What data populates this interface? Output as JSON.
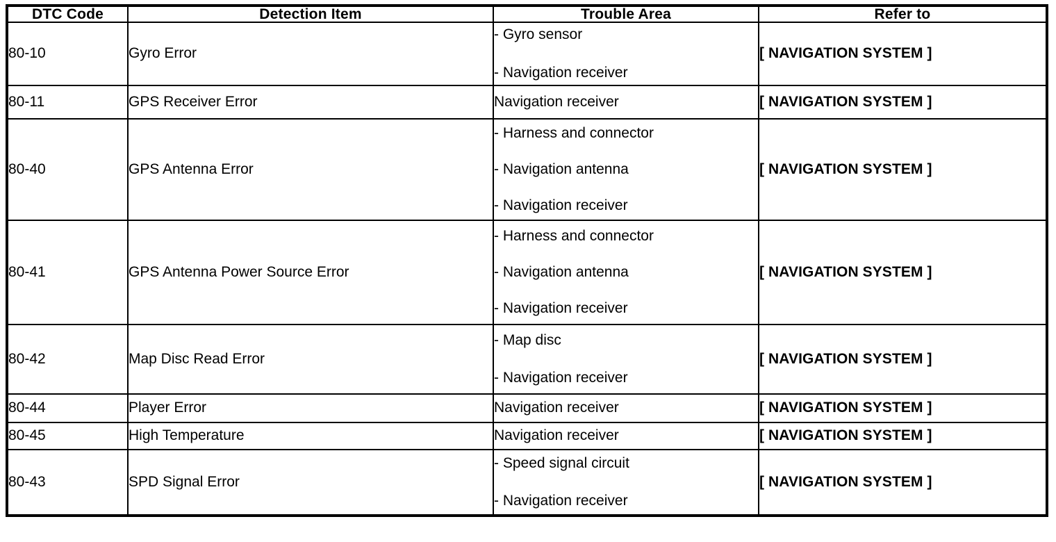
{
  "table": {
    "columns": [
      {
        "key": "dtc_code",
        "label": "DTC Code"
      },
      {
        "key": "detection_item",
        "label": "Detection Item"
      },
      {
        "key": "trouble_area",
        "label": "Trouble Area"
      },
      {
        "key": "refer_to",
        "label": "Refer to"
      }
    ],
    "header": {
      "dtc_code": "DTC Code",
      "detection_item": "Detection Item",
      "trouble_area": "Trouble Area",
      "refer_to": "Refer to"
    },
    "bullet_prefix": "- ",
    "rows": [
      {
        "dtc_code": "80-10",
        "detection_item": "Gyro Error",
        "trouble_area_items": [
          "- Gyro sensor",
          "- Navigation receiver"
        ],
        "refer_to": "[ NAVIGATION SYSTEM ]"
      },
      {
        "dtc_code": "80-11",
        "detection_item": "GPS Receiver Error",
        "trouble_area_items": [
          "Navigation receiver"
        ],
        "refer_to": "[ NAVIGATION SYSTEM ]"
      },
      {
        "dtc_code": "80-40",
        "detection_item": "GPS Antenna Error",
        "trouble_area_items": [
          "- Harness and connector",
          "- Navigation antenna",
          "- Navigation receiver"
        ],
        "refer_to": "[ NAVIGATION SYSTEM ]"
      },
      {
        "dtc_code": "80-41",
        "detection_item": "GPS Antenna Power Source Error",
        "trouble_area_items": [
          "- Harness and connector",
          "- Navigation antenna",
          "- Navigation receiver"
        ],
        "refer_to": "[ NAVIGATION SYSTEM ]"
      },
      {
        "dtc_code": "80-42",
        "detection_item": "Map Disc Read Error",
        "trouble_area_items": [
          "- Map disc",
          "- Navigation receiver"
        ],
        "refer_to": "[ NAVIGATION SYSTEM ]"
      },
      {
        "dtc_code": "80-44",
        "detection_item": "Player Error",
        "trouble_area_items": [
          "Navigation receiver"
        ],
        "refer_to": "[ NAVIGATION SYSTEM ]"
      },
      {
        "dtc_code": "80-45",
        "detection_item": "High Temperature",
        "trouble_area_items": [
          "Navigation receiver"
        ],
        "refer_to": "[ NAVIGATION SYSTEM ]"
      },
      {
        "dtc_code": "80-43",
        "detection_item": "SPD Signal Error",
        "trouble_area_items": [
          "- Speed signal circuit",
          "- Navigation receiver"
        ],
        "refer_to": "[ NAVIGATION SYSTEM ]"
      }
    ]
  },
  "colors": {
    "text": "#000000",
    "background": "#ffffff",
    "border": "#000000"
  }
}
